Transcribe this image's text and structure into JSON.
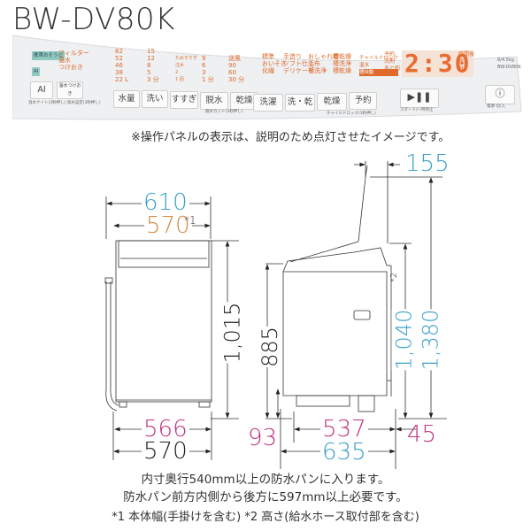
{
  "model": "BW-DV80K",
  "panel": {
    "left_indicators": {
      "teal_top": "携帯おそうじ",
      "teal_ai": "AI"
    },
    "left_red": [
      "フィルター",
      "温水",
      "つけおき"
    ],
    "ai_button": "AI",
    "mode_button": "温水つけおき",
    "left_caption": "温水ナイト(3秒押し) 温水設定(3秒押し)",
    "water_values": [
      "62",
      "52",
      "46",
      "38",
      "22 L"
    ],
    "wash_values": [
      "15",
      "12",
      "8",
      "5",
      "3 分"
    ],
    "rinse_values": [
      "ためすすぎ",
      "注水",
      "2",
      "1 回"
    ],
    "spin_values": [
      "9",
      "6",
      "3",
      "1 分"
    ],
    "spin_extra": "脱水",
    "dry_values": [
      "送風",
      "90",
      "60",
      "30 分"
    ],
    "buttons_left": [
      "水量",
      "洗い",
      "すすぎ",
      "脱水",
      "乾燥"
    ],
    "spin_caption": "脱水カット(3秒押し)",
    "course_col1": [
      "標準",
      "おいそぎ",
      "化繊"
    ],
    "course_col2": [
      "手造り",
      "ソフト仕上",
      "デリケート"
    ],
    "course_col3": [
      "おしゃれ着",
      "毛布",
      "槽洗浄"
    ],
    "course_col4": [
      "槽乾燥",
      "槽洗浄",
      "槽乾燥"
    ],
    "lock_labels": [
      "チャイルドロック",
      "温水",
      "槽自動"
    ],
    "buttons_right": [
      "洗濯",
      "洗・乾",
      "乾燥",
      "予約"
    ],
    "right_caption": "チャイルドロック(3秒押し)",
    "timer_labels": [
      "予約",
      "洗剤",
      "あと約"
    ],
    "display": "2:30",
    "display_units": [
      "時間後",
      "杯",
      "分"
    ],
    "spec": [
      "8/4.5kg",
      "BW-DV80K"
    ],
    "start_icon": "play-pause",
    "start_caption": "スタート/一時停止",
    "power_caption": "電源 切/入"
  },
  "panel_note": "※操作パネルの表示は、説明のため点灯させたイメージです。",
  "dimensions": {
    "front_width_total": "610",
    "front_width_body": "570",
    "front_width_body_note": "*1",
    "front_height": "1,015",
    "front_base_inner": "566",
    "front_base_outer": "570",
    "side_hose_offset": "155",
    "side_height_body": "885",
    "side_height_hose": "1,040",
    "side_height_hose_note": "*2",
    "side_height_total": "1,380",
    "side_floor_gap": "93",
    "side_base_depth": "537",
    "side_back_offset": "45",
    "side_depth_total": "635"
  },
  "notes": {
    "line1": "内寸奥行540mm以上の防水パンに入ります。",
    "line2": "防水パン前方内側から後方に597mm以上必要です。",
    "line3": "*1 本体幅(手掛けを含む) *2 高さ(給水ホース取付部を含む)"
  },
  "colors": {
    "blue": "#3aa0c8",
    "orange": "#d6893e",
    "magenta": "#c0347e",
    "panel_orange": "#e06a2b"
  }
}
